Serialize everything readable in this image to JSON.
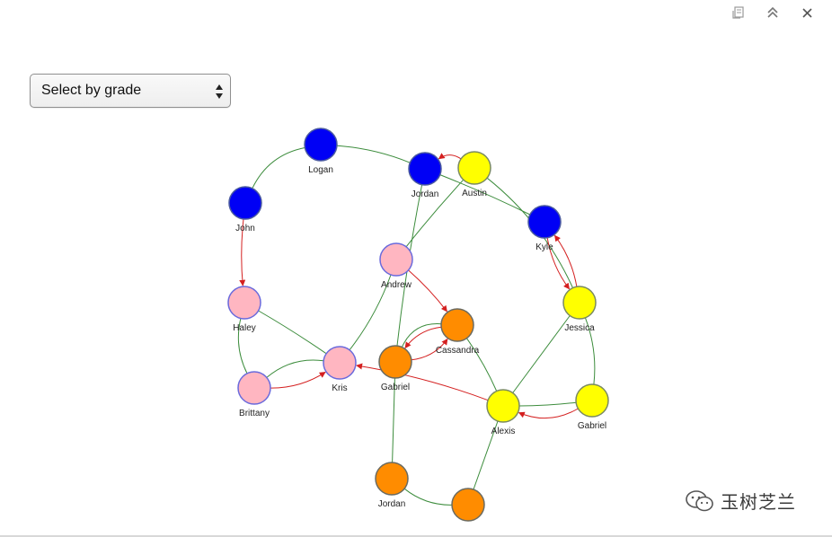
{
  "toolbar": {
    "icons": [
      "popout-icon",
      "collapse-up-icon",
      "close-icon"
    ]
  },
  "select": {
    "label": "Select by grade"
  },
  "watermark": {
    "text": "玉树芝兰"
  },
  "colors": {
    "blue": "#0000f5",
    "yellow": "#ffff00",
    "pink": "#ffb6c1",
    "orange": "#ff8c00",
    "edge": "#3c8c3c",
    "arrow": "#d42020"
  },
  "graph": {
    "nodes": [
      {
        "id": "logan",
        "label": "Logan",
        "group": "blue"
      },
      {
        "id": "jordan_b",
        "label": "Jordan",
        "group": "blue"
      },
      {
        "id": "john",
        "label": "John",
        "group": "blue"
      },
      {
        "id": "kyle",
        "label": "Kyle",
        "group": "blue"
      },
      {
        "id": "austin",
        "label": "Austin",
        "group": "yellow"
      },
      {
        "id": "jessica",
        "label": "Jessica",
        "group": "yellow"
      },
      {
        "id": "alexis",
        "label": "Alexis",
        "group": "yellow"
      },
      {
        "id": "gabriel_y",
        "label": "Gabriel",
        "group": "yellow"
      },
      {
        "id": "andrew",
        "label": "Andrew",
        "group": "pink"
      },
      {
        "id": "haley",
        "label": "Haley",
        "group": "pink"
      },
      {
        "id": "kris",
        "label": "Kris",
        "group": "pink"
      },
      {
        "id": "brittany",
        "label": "Brittany",
        "group": "pink"
      },
      {
        "id": "cassandra",
        "label": "Cassandra",
        "group": "orange"
      },
      {
        "id": "gabriel_o",
        "label": "Gabriel",
        "group": "orange"
      },
      {
        "id": "jordan_o",
        "label": "Jordan",
        "group": "orange"
      },
      {
        "id": "unlabeled_o",
        "label": "",
        "group": "orange"
      }
    ],
    "edges": [
      {
        "source": "logan",
        "target": "john",
        "directed": false
      },
      {
        "source": "logan",
        "target": "jordan_b",
        "directed": false
      },
      {
        "source": "jordan_b",
        "target": "kyle",
        "directed": false
      },
      {
        "source": "jordan_b",
        "target": "gabriel_o",
        "directed": false
      },
      {
        "source": "austin",
        "target": "jordan_b",
        "directed": true
      },
      {
        "source": "austin",
        "target": "andrew",
        "directed": false
      },
      {
        "source": "austin",
        "target": "jessica",
        "directed": false
      },
      {
        "source": "john",
        "target": "haley",
        "directed": true
      },
      {
        "source": "haley",
        "target": "kris",
        "directed": false
      },
      {
        "source": "haley",
        "target": "brittany",
        "directed": false
      },
      {
        "source": "brittany",
        "target": "kris",
        "directed": true
      },
      {
        "source": "kris",
        "target": "brittany",
        "directed": false
      },
      {
        "source": "andrew",
        "target": "kris",
        "directed": false
      },
      {
        "source": "andrew",
        "target": "cassandra",
        "directed": true
      },
      {
        "source": "kyle",
        "target": "jessica",
        "directed": true
      },
      {
        "source": "jessica",
        "target": "kyle",
        "directed": true
      },
      {
        "source": "jessica",
        "target": "alexis",
        "directed": false
      },
      {
        "source": "jessica",
        "target": "gabriel_y",
        "directed": false
      },
      {
        "source": "gabriel_o",
        "target": "cassandra",
        "directed": false
      },
      {
        "source": "gabriel_o",
        "target": "cassandra",
        "directed": true
      },
      {
        "source": "cassandra",
        "target": "gabriel_o",
        "directed": true
      },
      {
        "source": "cassandra",
        "target": "alexis",
        "directed": false
      },
      {
        "source": "alexis",
        "target": "kris",
        "directed": true
      },
      {
        "source": "alexis",
        "target": "gabriel_y",
        "directed": false
      },
      {
        "source": "gabriel_y",
        "target": "alexis",
        "directed": true
      },
      {
        "source": "alexis",
        "target": "unlabeled_o",
        "directed": false
      },
      {
        "source": "gabriel_o",
        "target": "jordan_o",
        "directed": false
      },
      {
        "source": "jordan_o",
        "target": "unlabeled_o",
        "directed": false
      }
    ]
  }
}
